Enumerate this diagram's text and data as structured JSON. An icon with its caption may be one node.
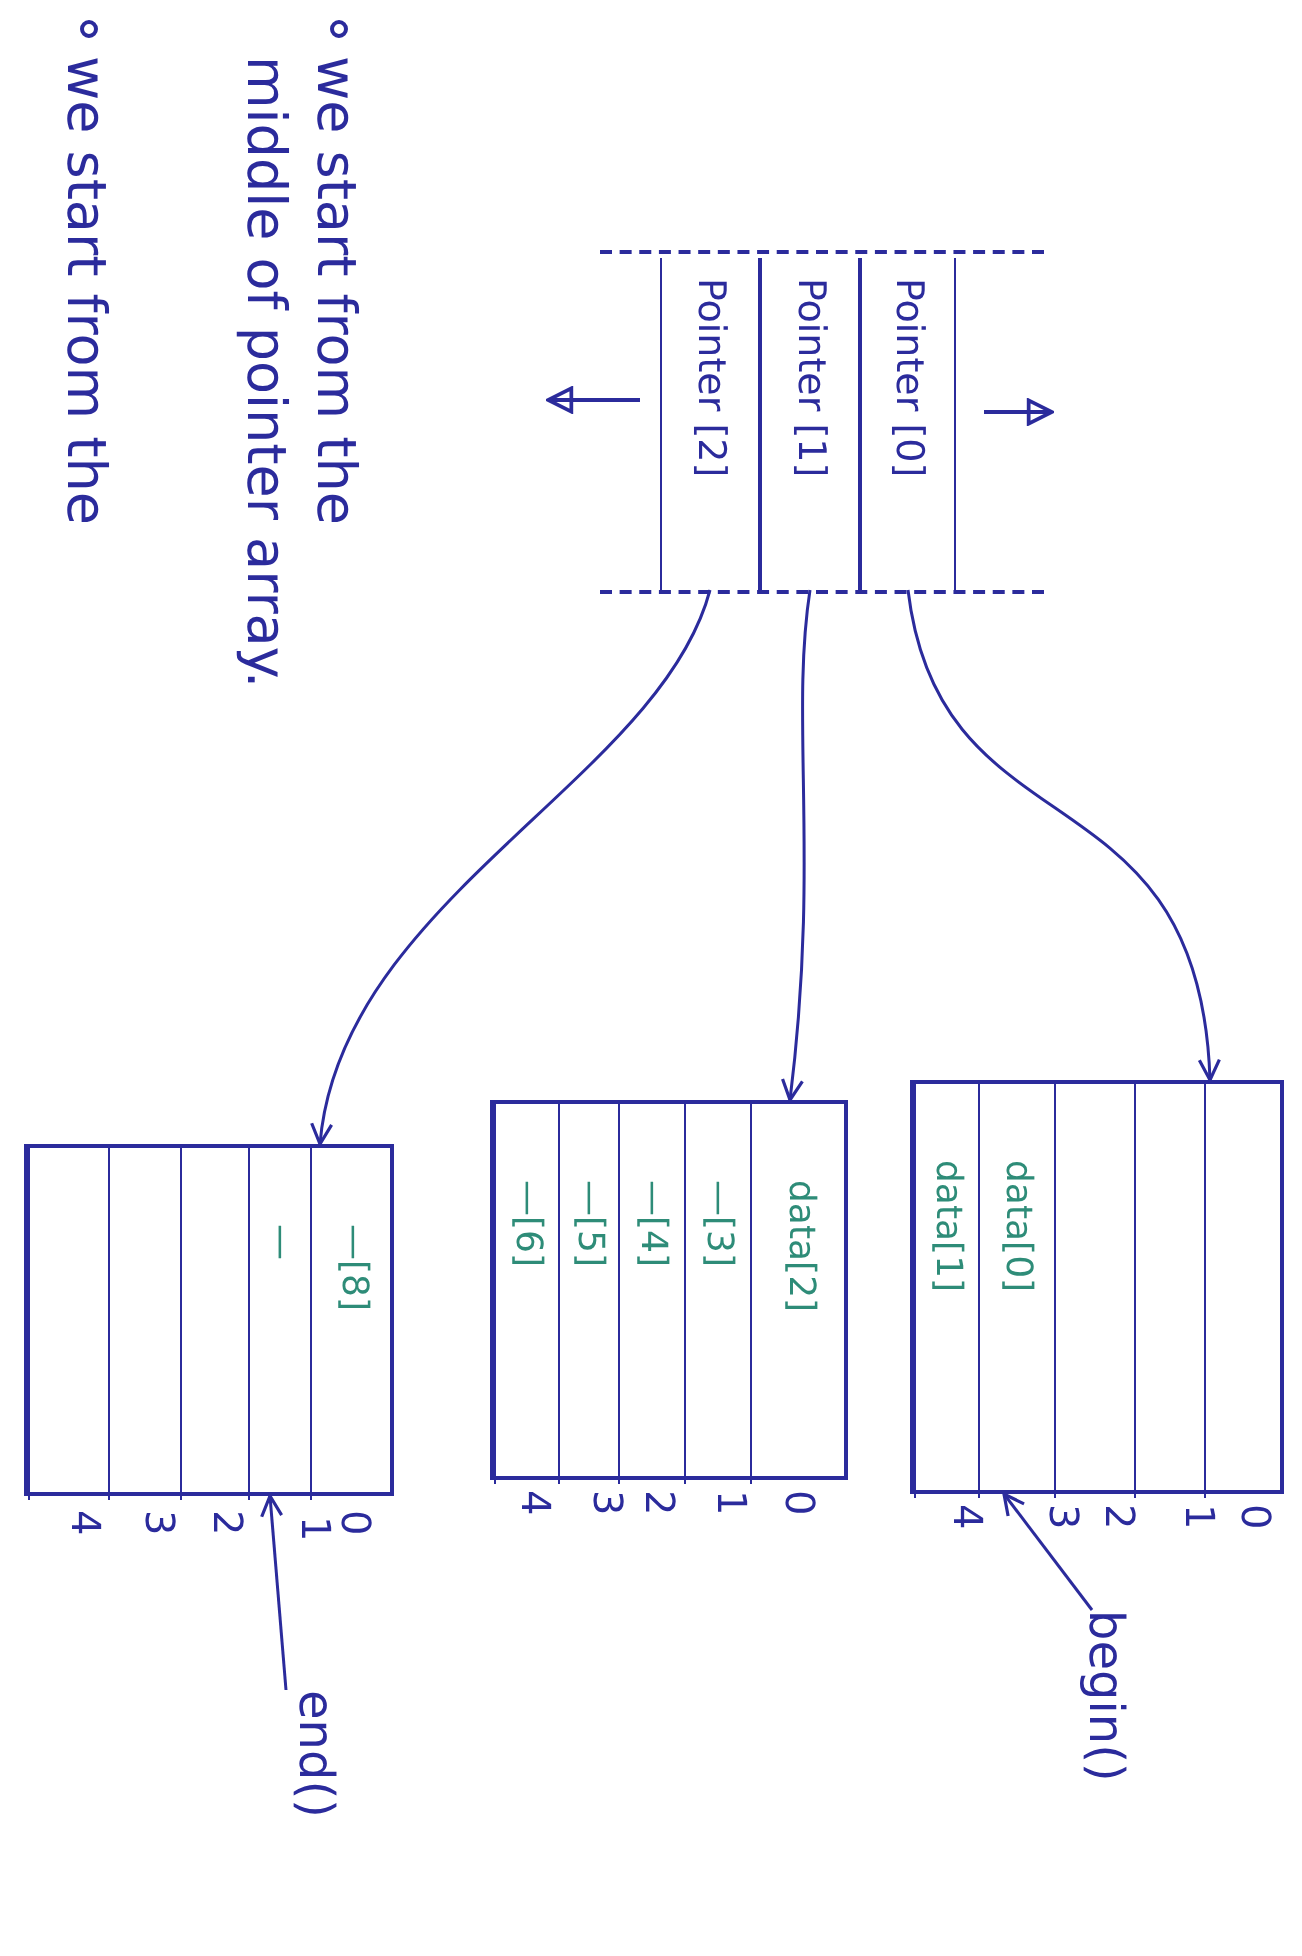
{
  "diagram": {
    "nodes": [
      {
        "text": [],
        "shape": "box"
      },
      {
        "text": [
          "Pointer [0]"
        ],
        "in": 0
      },
      {
        "text": [
          "Pointer [1]"
        ],
        "in": 0
      },
      {
        "text": [
          "Pointer [2]"
        ],
        "in": 0
      },
      {
        "text": [],
        "shape": "box"
      },
      {
        "text": [],
        "shape": "box",
        "in": 4
      },
      {
        "text": [],
        "shape": "box",
        "in": 4
      },
      {
        "text": [],
        "shape": "box",
        "in": 4
      },
      {
        "text": [
          "data[0]"
        ],
        "in": 4
      },
      {
        "text": [
          "data[1]"
        ],
        "in": 4
      },
      {
        "text": [],
        "shape": "box"
      },
      {
        "text": [
          "data[2]"
        ],
        "in": 10
      },
      {
        "text": [
          "—[3]"
        ],
        "in": 10
      },
      {
        "text": [
          "—[4]"
        ],
        "in": 10
      },
      {
        "text": [
          "—[5]"
        ],
        "in": 10
      },
      {
        "text": [
          "—[6]"
        ],
        "in": 10
      },
      {
        "text": [],
        "shape": "box"
      },
      {
        "text": [
          "—[8]"
        ],
        "in": 16
      },
      {
        "text": [
          "—"
        ],
        "in": 16
      },
      {
        "text": [],
        "shape": "box",
        "in": 16
      },
      {
        "text": [],
        "shape": "box",
        "in": 16
      },
      {
        "text": [],
        "shape": "box",
        "in": 16
      },
      {
        "text": [
          "begin()"
        ]
      },
      {
        "text": [
          "end()"
        ]
      }
    ],
    "edges": [
      {
        "from": 1,
        "to": 4,
        "arrow": "to"
      },
      {
        "from": 2,
        "to": 10,
        "arrow": "to"
      },
      {
        "from": 3,
        "to": 16,
        "arrow": "to"
      },
      {
        "from": 22,
        "to": 8,
        "arrow": "to"
      },
      {
        "from": 23,
        "to": 18,
        "arrow": "to"
      }
    ],
    "labels": [
      "we start from the middle of pointer array.",
      "we start from the",
      "0",
      "1",
      "2",
      "3",
      "4",
      "0",
      "1",
      "2",
      "3",
      "4",
      "0",
      "1",
      "2",
      "3",
      "4"
    ]
  }
}
